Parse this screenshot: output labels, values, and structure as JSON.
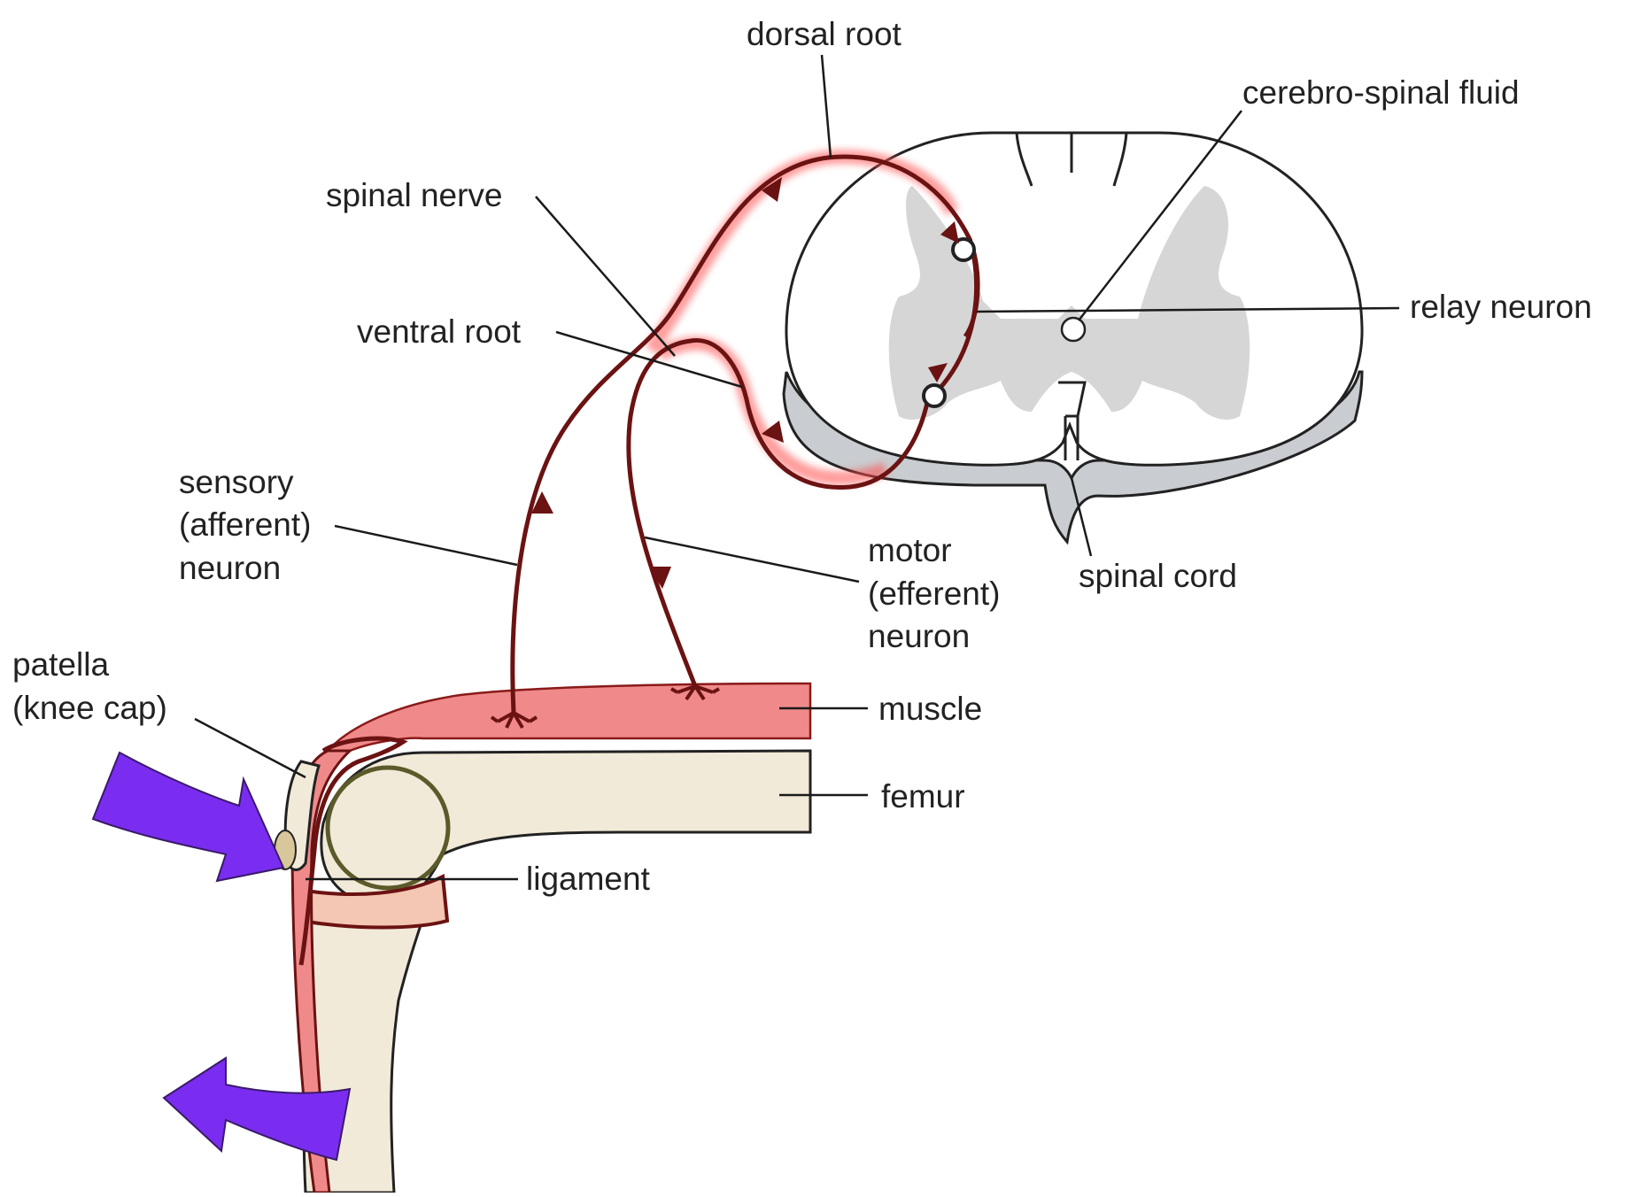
{
  "labels": {
    "dorsal_root": "dorsal root",
    "csf": "cerebro-spinal fluid",
    "spinal_nerve": "spinal nerve",
    "relay_neuron": "relay neuron",
    "ventral_root": "ventral root",
    "sensory": [
      "sensory",
      "(afferent)",
      "neuron"
    ],
    "motor": [
      "motor",
      "(efferent)",
      "neuron"
    ],
    "spinal_cord": "spinal cord",
    "patella": [
      "patella",
      "(knee cap)"
    ],
    "muscle": "muscle",
    "femur": "femur",
    "ligament": "ligament"
  },
  "colors": {
    "nerve": "#6b1212",
    "nerve_glow": "#ff4d4d",
    "grey_matter": "#d6d6d6",
    "cord_rim": "#c9ccd0",
    "muscle": "#f08a8a",
    "bone": "#f2ead8",
    "arrow": "#7a2df0"
  }
}
